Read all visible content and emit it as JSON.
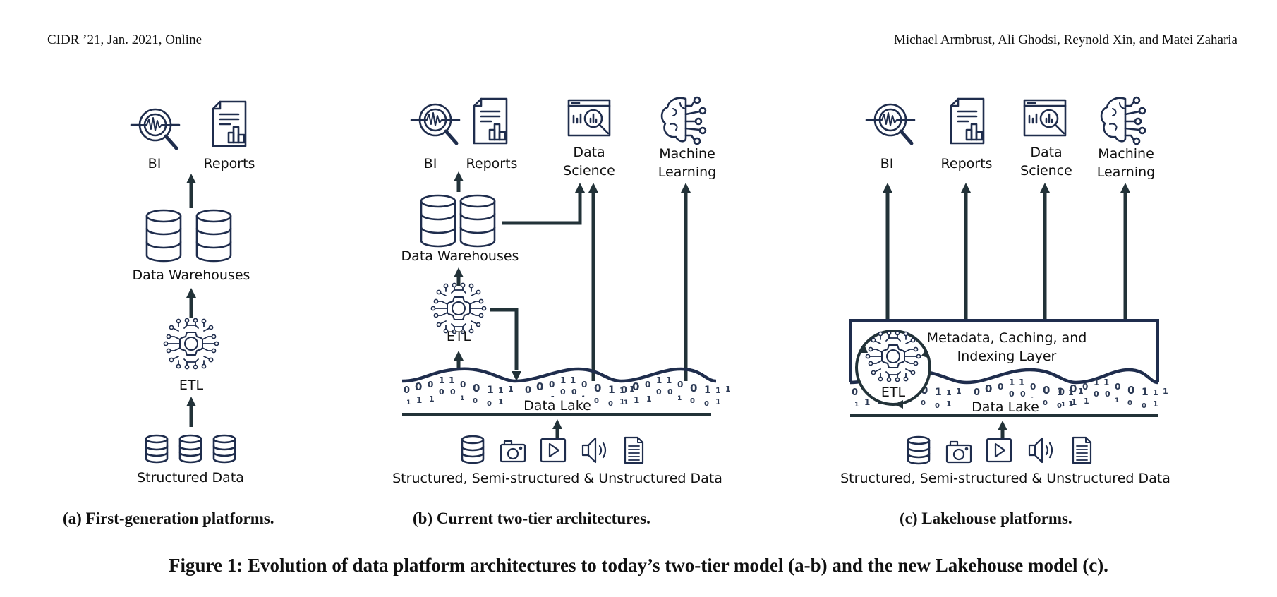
{
  "header": {
    "left": "CIDR ’21, Jan. 2021, Online",
    "right": "Michael Armbrust, Ali Ghodsi, Reynold Xin, and Matei Zaharia"
  },
  "panels": {
    "a": {
      "subcaption": "(a) First-generation platforms.",
      "labels": {
        "bi": "BI",
        "reports": "Reports",
        "warehouses": "Data Warehouses",
        "etl": "ETL",
        "sources": "Structured Data"
      }
    },
    "b": {
      "subcaption": "(b) Current two-tier architectures.",
      "labels": {
        "bi": "BI",
        "reports": "Reports",
        "ds_line1": "Data",
        "ds_line2": "Science",
        "ml_line1": "Machine",
        "ml_line2": "Learning",
        "warehouses": "Data Warehouses",
        "etl": "ETL",
        "lake": "Data Lake",
        "sources": "Structured, Semi-structured & Unstructured Data"
      }
    },
    "c": {
      "subcaption": "(c) Lakehouse platforms.",
      "labels": {
        "bi": "BI",
        "reports": "Reports",
        "ds_line1": "Data",
        "ds_line2": "Science",
        "ml_line1": "Machine",
        "ml_line2": "Learning",
        "layer_line1": "Metadata, Caching, and",
        "layer_line2": "Indexing Layer",
        "etl": "ETL",
        "lake": "Data Lake",
        "sources": "Structured, Semi-structured & Unstructured Data"
      }
    }
  },
  "source_icons": [
    "database-icon",
    "camera-icon",
    "video-play-icon",
    "speaker-icon",
    "document-icon"
  ],
  "caption": "Figure 1: Evolution of data platform architectures to today’s two-tier model (a-b) and the new Lakehouse model (c).",
  "colors": {
    "icon": "#1f2d4d",
    "arrow": "#223238",
    "text": "#111111"
  }
}
